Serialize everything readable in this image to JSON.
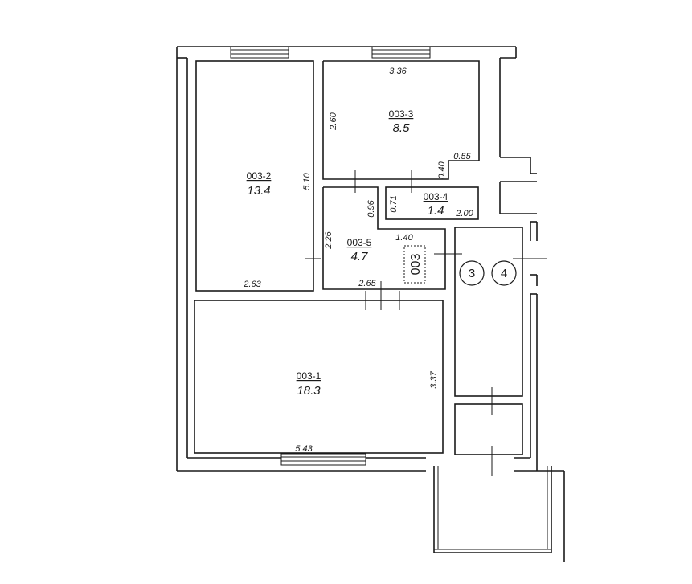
{
  "rooms": {
    "r1": {
      "id": "003-1",
      "area": "18.3",
      "dim_width": "5.43",
      "dim_height": "3.37"
    },
    "r2": {
      "id": "003-2",
      "area": "13.4",
      "dim_width": "2.63",
      "dim_height": "5.10"
    },
    "r3": {
      "id": "003-3",
      "area": "8.5",
      "dim_width": "3.36",
      "dim_height": "2.60",
      "dim_notch_w": "0.55",
      "dim_notch_h": "0.40"
    },
    "r4": {
      "id": "003-4",
      "area": "1.4",
      "dim_width": "2.00",
      "dim_height": "0.71"
    },
    "r5": {
      "id": "003-5",
      "area": "4.7",
      "dim_width": "2.65",
      "dim_height": "2.26",
      "dim_top": "1.40",
      "dim_door": "0.96"
    }
  },
  "apartment_label": "003",
  "stair_markers": [
    "3",
    "4"
  ]
}
